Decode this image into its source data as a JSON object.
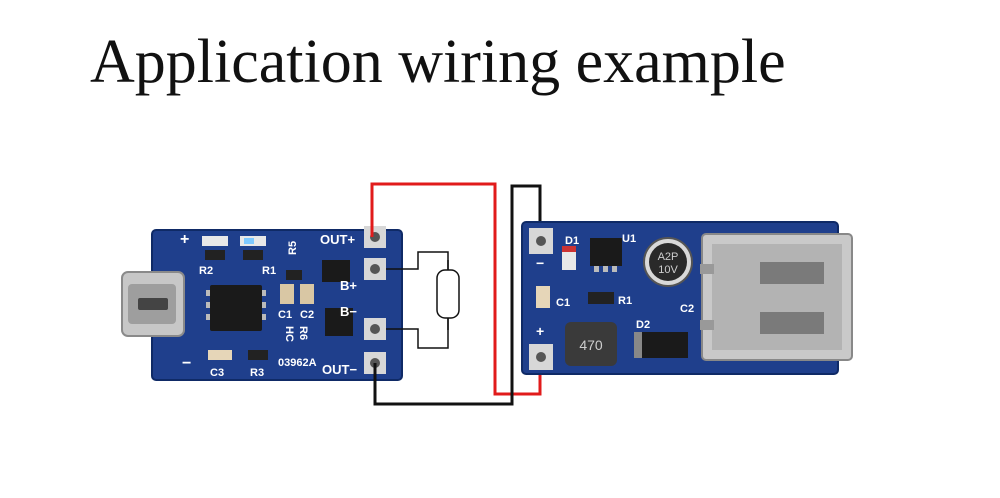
{
  "title": "Application wiring example",
  "charger_board": {
    "labels": {
      "plus": "+",
      "minus": "−",
      "r2": "R2",
      "r1": "R1",
      "r5": "R5",
      "r3": "R3",
      "r6": "R6",
      "c1": "C1",
      "c2": "C2",
      "c3": "C3",
      "hc": "HC",
      "chip_code": "03962A",
      "out_plus": "OUT+",
      "out_minus": "OUT−",
      "b_plus": "B+",
      "b_minus": "B−"
    }
  },
  "boost_board": {
    "labels": {
      "d1": "D1",
      "u1": "U1",
      "c1": "C1",
      "r1": "R1",
      "c2": "C2",
      "d2": "D2",
      "minus": "−",
      "plus": "+",
      "inductor": "470",
      "cap_line1": "A2P",
      "cap_line2": "10V"
    }
  },
  "colors": {
    "pcb": "#1f3f8c",
    "wire_red": "#e11b1b",
    "wire_black": "#111111"
  }
}
